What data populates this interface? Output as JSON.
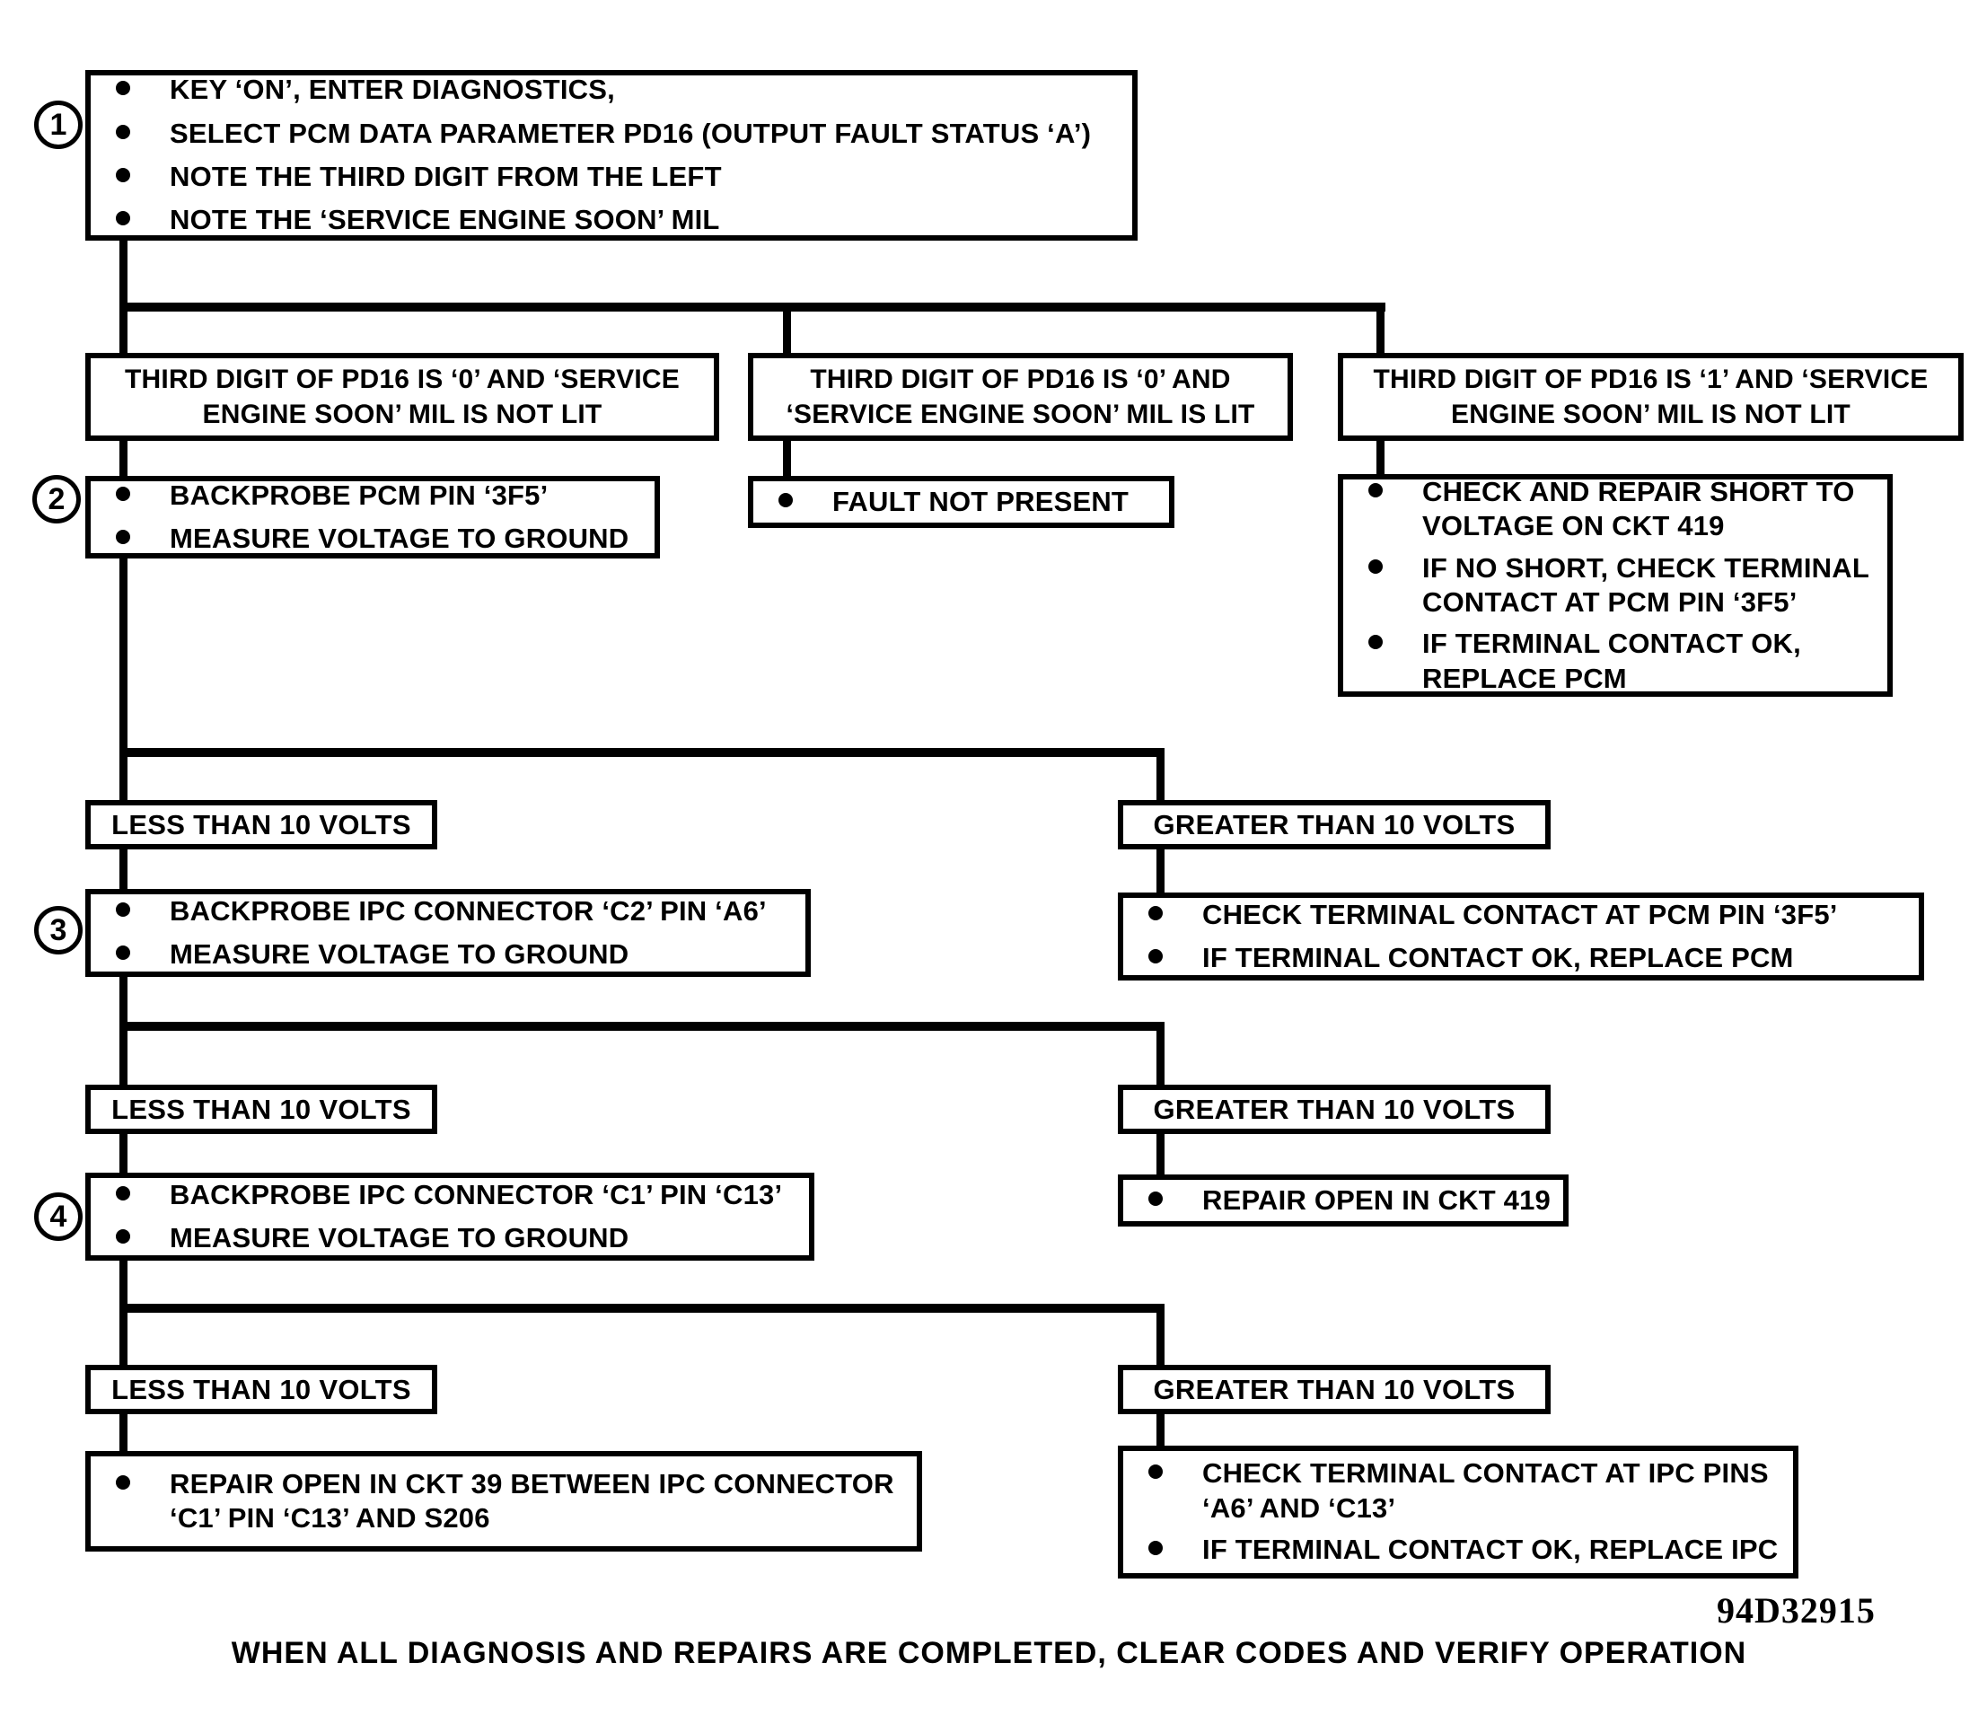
{
  "figure_id": "94D32915",
  "footer_note": "WHEN ALL DIAGNOSIS AND REPAIRS ARE COMPLETED, CLEAR CODES AND VERIFY OPERATION",
  "colors": {
    "ink": "#000000",
    "paper": "#ffffff"
  },
  "steps": {
    "step1": {
      "number": "1",
      "bullets": [
        "KEY ‘ON’, ENTER DIAGNOSTICS,",
        "SELECT PCM DATA PARAMETER PD16 (OUTPUT FAULT STATUS ‘A’)",
        "NOTE THE THIRD DIGIT FROM THE LEFT",
        "NOTE THE ‘SERVICE ENGINE SOON’ MIL"
      ]
    },
    "step2": {
      "number": "2",
      "bullets": [
        "BACKPROBE PCM PIN ‘3F5’",
        "MEASURE VOLTAGE TO GROUND"
      ]
    },
    "step3": {
      "number": "3",
      "bullets": [
        "BACKPROBE IPC CONNECTOR ‘C2’ PIN ‘A6’",
        "MEASURE VOLTAGE TO GROUND"
      ]
    },
    "step4": {
      "number": "4",
      "bullets": [
        "BACKPROBE IPC CONNECTOR ‘C1’ PIN ‘C13’",
        "MEASURE VOLTAGE TO GROUND"
      ]
    }
  },
  "conditions": {
    "left": "THIRD DIGIT OF PD16 IS ‘0’ AND ‘SERVICE\nENGINE SOON’ MIL IS NOT LIT",
    "middle": "THIRD DIGIT OF PD16 IS ‘0’ AND\n‘SERVICE ENGINE SOON’ MIL IS LIT",
    "right": "THIRD DIGIT OF PD16 IS ‘1’ AND ‘SERVICE\nENGINE SOON’ MIL IS NOT LIT"
  },
  "volt_labels": {
    "less": "LESS THAN 10 VOLTS",
    "greater": "GREATER THAN 10 VOLTS"
  },
  "outcomes": {
    "fault_not_present": "FAULT NOT PRESENT",
    "short_repair": [
      "CHECK AND REPAIR SHORT TO\nVOLTAGE ON CKT 419",
      "IF NO SHORT, CHECK TERMINAL\nCONTACT AT PCM PIN ‘3F5’",
      "IF TERMINAL CONTACT OK,\nREPLACE PCM"
    ],
    "pcm_terminal_check": [
      "CHECK TERMINAL CONTACT AT PCM PIN ‘3F5’",
      "IF TERMINAL CONTACT OK, REPLACE PCM"
    ],
    "repair_open_ckt419": "REPAIR OPEN IN CKT 419",
    "repair_open_ckt39": "REPAIR OPEN IN CKT 39 BETWEEN IPC CONNECTOR\n‘C1’ PIN ‘C13’ AND S206",
    "ipc_terminal_check": [
      "CHECK TERMINAL CONTACT AT IPC PINS\n‘A6’ AND ‘C13’",
      "IF TERMINAL CONTACT OK, REPLACE IPC"
    ]
  }
}
